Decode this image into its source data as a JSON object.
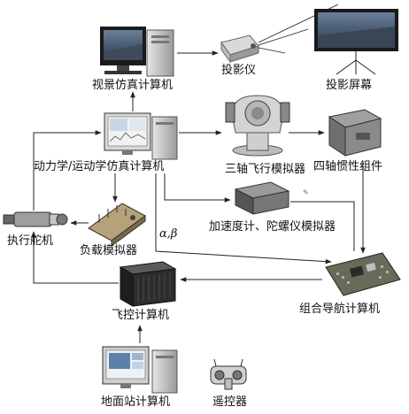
{
  "labels": {
    "visual_computer": "视景仿真计算机",
    "projector": "投影仪",
    "projection_screen": "投影屏幕",
    "dynamics_computer": "动力学/运动学仿真计算机",
    "flight_simulator": "三轴飞行模拟器",
    "imu": "四轴惯性组件",
    "actuator": "执行舵机",
    "load_simulator": "负载模拟器",
    "accel_gyro_simulator": "加速度计、陀螺仪模拟器",
    "alpha_beta": "α,β",
    "nav_computer": "组合导航计算机",
    "flight_control_computer": "飞控计算机",
    "ground_station": "地面站计算机",
    "remote_controller": "遥控器"
  }
}
